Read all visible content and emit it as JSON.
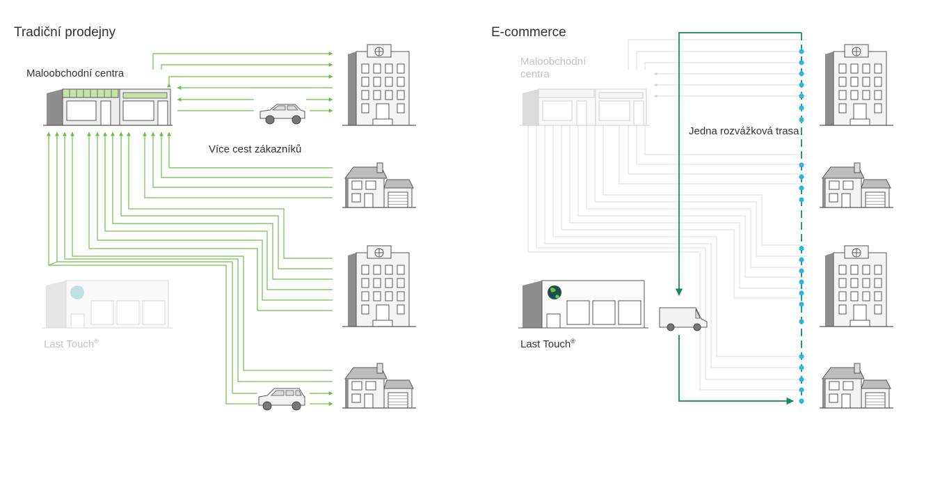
{
  "traditional": {
    "title": "Tradiční prodejny",
    "store_label": "Maloobchodní centra",
    "paths_label": "Více cest zákazníků",
    "last_touch_label": "Last Touch",
    "registered_mark": "®"
  },
  "ecommerce": {
    "title": "E-commerce",
    "store_label": "Maloobchodní centra",
    "route_label": "Jedna rozvážková trasa",
    "last_touch_label": "Last Touch",
    "registered_mark": "®"
  },
  "colors": {
    "path_green": "#6cc04a",
    "route_green": "#138a64",
    "stop_blue": "#2bb6e0",
    "building_gray": "#8a8a8a",
    "faded_gray": "#d8d8d8"
  }
}
